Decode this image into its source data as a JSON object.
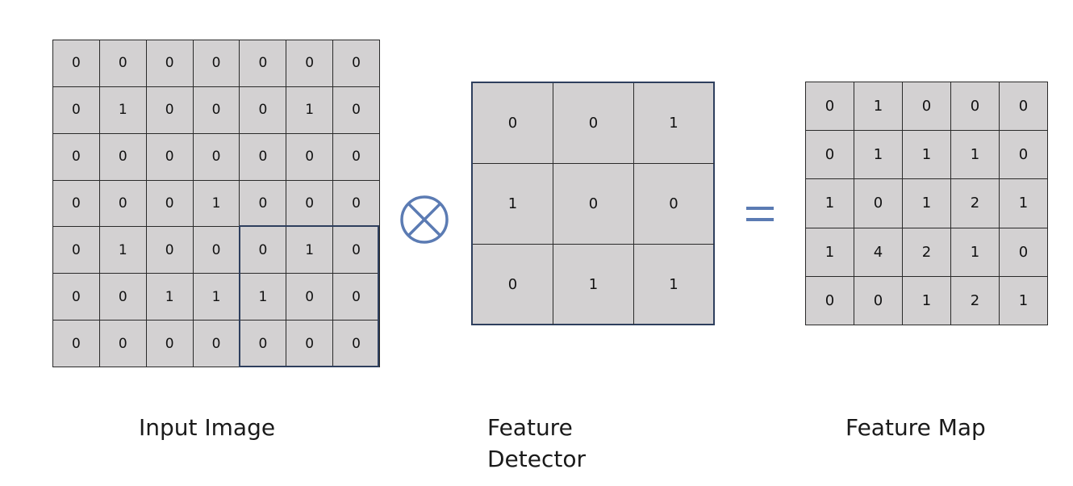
{
  "input_image": {
    "label": "Input Image",
    "cells": [
      [
        "0",
        "0",
        "0",
        "0",
        "0",
        "0",
        "0"
      ],
      [
        "0",
        "1",
        "0",
        "0",
        "0",
        "1",
        "0"
      ],
      [
        "0",
        "0",
        "0",
        "0",
        "0",
        "0",
        "0"
      ],
      [
        "0",
        "0",
        "0",
        "1",
        "0",
        "0",
        "0"
      ],
      [
        "0",
        "1",
        "0",
        "0",
        "0",
        "1",
        "0"
      ],
      [
        "0",
        "0",
        "1",
        "1",
        "1",
        "0",
        "0"
      ],
      [
        "0",
        "0",
        "0",
        "0",
        "0",
        "0",
        "0"
      ]
    ]
  },
  "feature_detector": {
    "label": "Feature\nDetector",
    "cells": [
      [
        "0",
        "0",
        "1"
      ],
      [
        "1",
        "0",
        "0"
      ],
      [
        "0",
        "1",
        "1"
      ]
    ]
  },
  "feature_map": {
    "label": "Feature Map",
    "cells": [
      [
        "0",
        "1",
        "0",
        "0",
        "0"
      ],
      [
        "0",
        "1",
        "1",
        "1",
        "0"
      ],
      [
        "1",
        "0",
        "1",
        "2",
        "1"
      ],
      [
        "1",
        "4",
        "2",
        "1",
        "0"
      ],
      [
        "0",
        "0",
        "1",
        "2",
        "1"
      ]
    ]
  },
  "operators": {
    "convolution_icon": "circled-times-icon",
    "equals_icon": "equals-icon",
    "accent_color": "#5b7bb3"
  }
}
